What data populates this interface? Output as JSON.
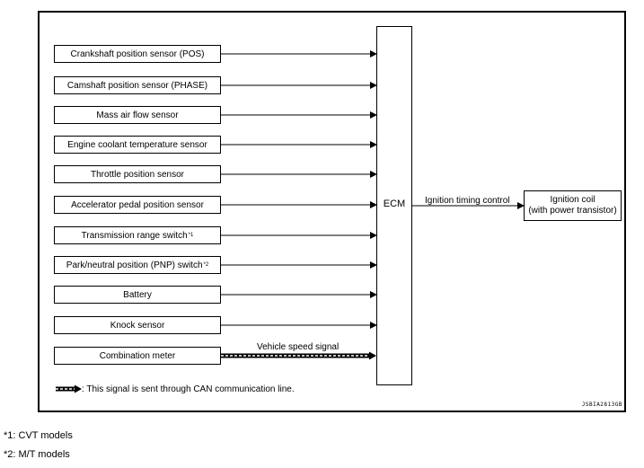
{
  "inputs": [
    {
      "label": "Crankshaft position sensor (POS)",
      "sup": ""
    },
    {
      "label": "Camshaft position sensor (PHASE)",
      "sup": ""
    },
    {
      "label": "Mass air flow sensor",
      "sup": ""
    },
    {
      "label": "Engine coolant temperature sensor",
      "sup": ""
    },
    {
      "label": "Throttle position sensor",
      "sup": ""
    },
    {
      "label": "Accelerator pedal position sensor",
      "sup": ""
    },
    {
      "label": "Transmission range switch",
      "sup": "*1"
    },
    {
      "label": "Park/neutral position (PNP) switch",
      "sup": "*2"
    },
    {
      "label": "Battery",
      "sup": ""
    },
    {
      "label": "Knock sensor",
      "sup": ""
    },
    {
      "label": "Combination meter",
      "sup": ""
    }
  ],
  "ecm": {
    "label": "ECM"
  },
  "output": {
    "signal_label": "Ignition timing control",
    "device_line1": "Ignition coil",
    "device_line2": "(with power transistor)"
  },
  "can_signal_label": "Vehicle speed signal",
  "legend": {
    "text": ": This signal is sent through CAN communication line."
  },
  "figure_code": "JSBIA2813GB",
  "footnotes": [
    "*1: CVT models",
    "*2: M/T models"
  ]
}
